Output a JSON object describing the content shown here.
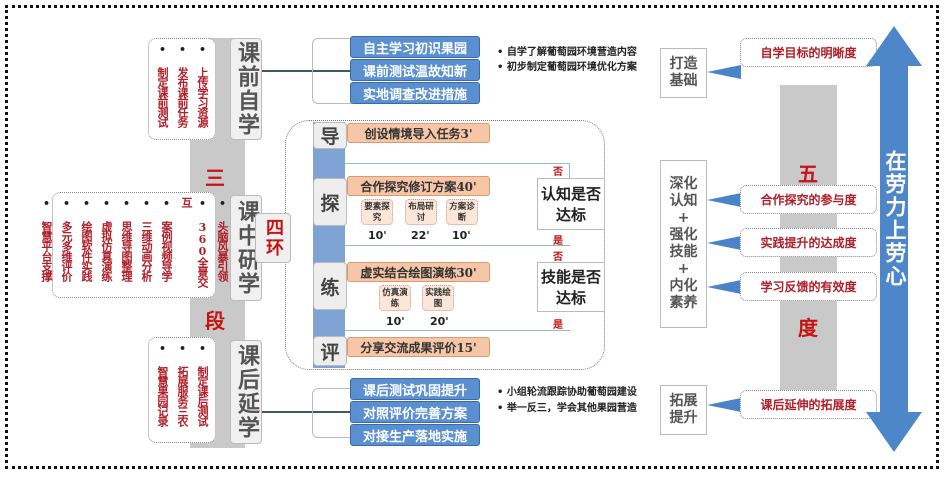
{
  "left": {
    "title_top": "三",
    "title_bottom": "段",
    "stages": [
      {
        "label": "课前自学",
        "notes": [
          "上传学习资源",
          "发布课前任务",
          "制定课前测试"
        ]
      },
      {
        "label": "课中研学",
        "notes": [
          "头脑风暴引领",
          "360全景交互",
          "案例视频导学",
          "三维动画分析",
          "思维导图整理",
          "虚拟仿真演练",
          "绘图软件实践",
          "多元多维评价",
          "智慧平台支撑"
        ]
      },
      {
        "label": "课后延学",
        "notes": [
          "制定课后测试",
          "拓展服务三农",
          "智慧果园记录"
        ]
      }
    ]
  },
  "center": {
    "four_rings": "四环",
    "pre_tasks": [
      "自主学习初识果园",
      "课前测试温故知新",
      "实地调查改进措施"
    ],
    "pre_bullets": [
      "自学了解葡萄园环境营造内容",
      "初步制定葡萄园环境优化方案"
    ],
    "rings": [
      {
        "label": "导",
        "task": "创设情境导入任务3'"
      },
      {
        "label": "探",
        "task": "合作探究修订方案40'"
      },
      {
        "label": "练",
        "task": "虚实结合绘图演练30'"
      },
      {
        "label": "评",
        "task": "分享交流成果评价15'"
      }
    ],
    "explore_steps": [
      {
        "label": "要素探究",
        "time": "10'"
      },
      {
        "label": "布局研讨",
        "time": "22'"
      },
      {
        "label": "方案诊断",
        "time": "10'"
      }
    ],
    "practice_steps": [
      {
        "label": "仿真演练",
        "time": "10'"
      },
      {
        "label": "实践绘图",
        "time": "20'"
      }
    ],
    "checks": [
      "认知是否达标",
      "技能是否达标"
    ],
    "no": "否",
    "yes": "是",
    "post_tasks": [
      "课后测试巩固提升",
      "对照评价完善方案",
      "对接生产落地实施"
    ],
    "post_bullets": [
      "小组轮流跟踪协助葡萄园建设",
      "举一反三，学会其他果园营造"
    ]
  },
  "outcomes": [
    "打造基础",
    "深化认知",
    "+",
    "强化技能",
    "+",
    "内化素养",
    "拓展提升"
  ],
  "five": {
    "title_top": "五",
    "title_bottom": "度",
    "items": [
      "自学目标的明晰度",
      "合作探究的参与度",
      "实践提升的达成度",
      "学习反馈的有效度",
      "课后延伸的拓展度"
    ]
  },
  "arrow_text": "在劳力上劳心"
}
